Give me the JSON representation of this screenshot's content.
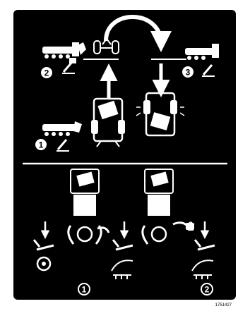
{
  "decal": {
    "background_color": "#000000",
    "foreground_color": "#ffffff",
    "upper_panel": {
      "step_badges": [
        {
          "number": "1",
          "style": "solid"
        },
        {
          "number": "2",
          "style": "solid"
        },
        {
          "number": "3",
          "style": "solid"
        }
      ],
      "icons": [
        "tractor-rear-view-raised-icon",
        "tractor-top-view-icon",
        "loader-boom-icon",
        "joystick-icon",
        "curved-arrow-icon",
        "straight-arrow-icon"
      ]
    },
    "lower_panel": {
      "step_badges": [
        {
          "number": "1",
          "style": "outline"
        },
        {
          "number": "2",
          "style": "outline"
        }
      ],
      "icons": [
        "operator-seated-icon",
        "lever-icon",
        "lock-icon",
        "rotation-dial-icon",
        "attachment-tines-icon",
        "downward-arrow-icon"
      ]
    },
    "part_number": "1751427"
  }
}
